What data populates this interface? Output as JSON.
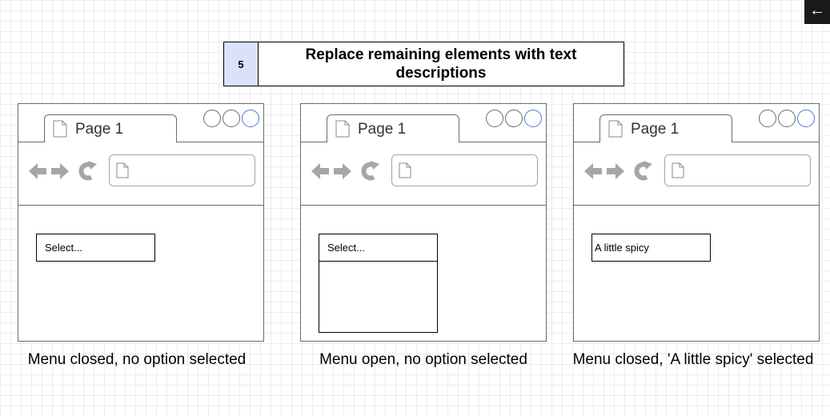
{
  "corner_button": {
    "icon": "arrow-left-icon",
    "glyph": "←"
  },
  "step": {
    "number": "5",
    "title": "Replace remaining elements with text descriptions"
  },
  "colors": {
    "step_number_fill": "#dae1f8",
    "window_control_accent": "#4a7bd0"
  },
  "panels": [
    {
      "tab_label": "Page 1",
      "select_value": "Select...",
      "dropdown_open": false,
      "caption": "Menu closed, no option selected"
    },
    {
      "tab_label": "Page 1",
      "select_value": "Select...",
      "dropdown_open": true,
      "caption": "Menu open, no option selected"
    },
    {
      "tab_label": "Page 1",
      "select_value": "A little spicy",
      "dropdown_open": false,
      "caption": "Menu closed, 'A little spicy' selected"
    }
  ]
}
